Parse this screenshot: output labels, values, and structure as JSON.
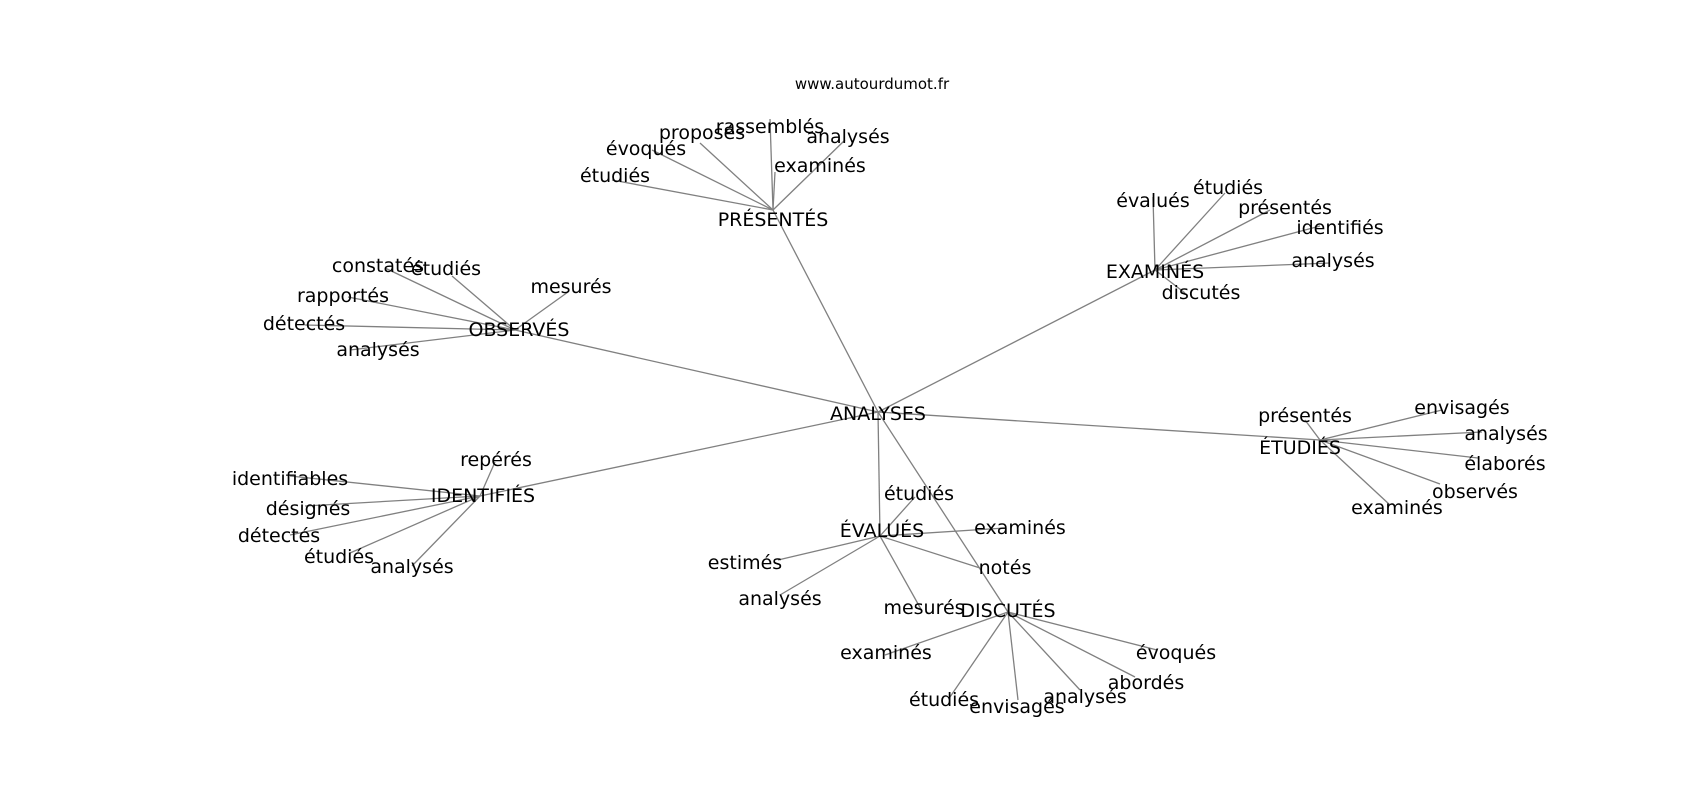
{
  "site": "www.autourdumot.fr",
  "center": "ANALYSES",
  "clusters": [
    {
      "label": "PRÉSENTÉS",
      "words": [
        "rassemblés",
        "proposés",
        "évoqués",
        "analysés",
        "examinés",
        "étudiés"
      ]
    },
    {
      "label": "OBSERVÉS",
      "words": [
        "constatés",
        "étudiés",
        "mesurés",
        "rapportés",
        "détectés",
        "analysés"
      ]
    },
    {
      "label": "EXAMINÉS",
      "words": [
        "étudiés",
        "évalués",
        "présentés",
        "identifiés",
        "analysés",
        "discutés"
      ]
    },
    {
      "label": "ÉTUDIÉS",
      "words": [
        "présentés",
        "envisagés",
        "analysés",
        "élaborés",
        "observés",
        "examinés"
      ]
    },
    {
      "label": "IDENTIFIÉS",
      "words": [
        "repérés",
        "identifiables",
        "désignés",
        "détectés",
        "étudiés",
        "analysés"
      ]
    },
    {
      "label": "ÉVALUÉS",
      "words": [
        "étudiés",
        "examinés",
        "estimés",
        "notés",
        "analysés",
        "mesurés"
      ]
    },
    {
      "label": "DISCUTÉS",
      "words": [
        "examinés",
        "évoqués",
        "abordés",
        "étudiés",
        "envisagés",
        "analysés"
      ]
    }
  ]
}
